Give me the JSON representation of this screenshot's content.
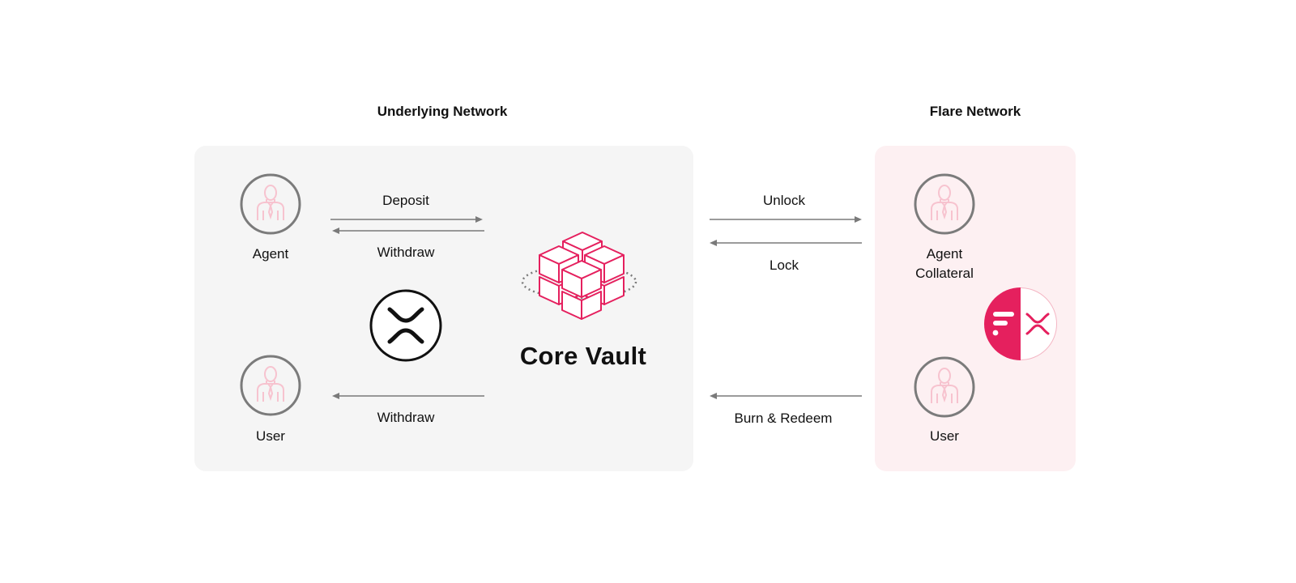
{
  "headings": {
    "underlying": "Underlying Network",
    "flare": "Flare Network"
  },
  "left": {
    "agent_label": "Agent",
    "user_label": "User",
    "deposit_label": "Deposit",
    "withdraw_top_label": "Withdraw",
    "withdraw_bottom_label": "Withdraw"
  },
  "center": {
    "vault_title": "Core Vault",
    "unlock_label": "Unlock",
    "lock_label": "Lock",
    "burn_redeem_label": "Burn & Redeem"
  },
  "right": {
    "agent_collateral_label": "Agent\nCollateral",
    "user_label": "User"
  },
  "icons": {
    "avatar": "person-icon",
    "xrp": "xrp-logo-icon",
    "vault": "vault-cubes-icon",
    "fxrp": "fxrp-logo-icon"
  },
  "colors": {
    "accent": "#e5205e",
    "accent_light": "#f7c3cf",
    "arrow": "#7a7a7a",
    "avatar_ring": "#7b7b7b",
    "left_panel": "#f5f5f5",
    "right_panel": "#fdf0f2"
  }
}
